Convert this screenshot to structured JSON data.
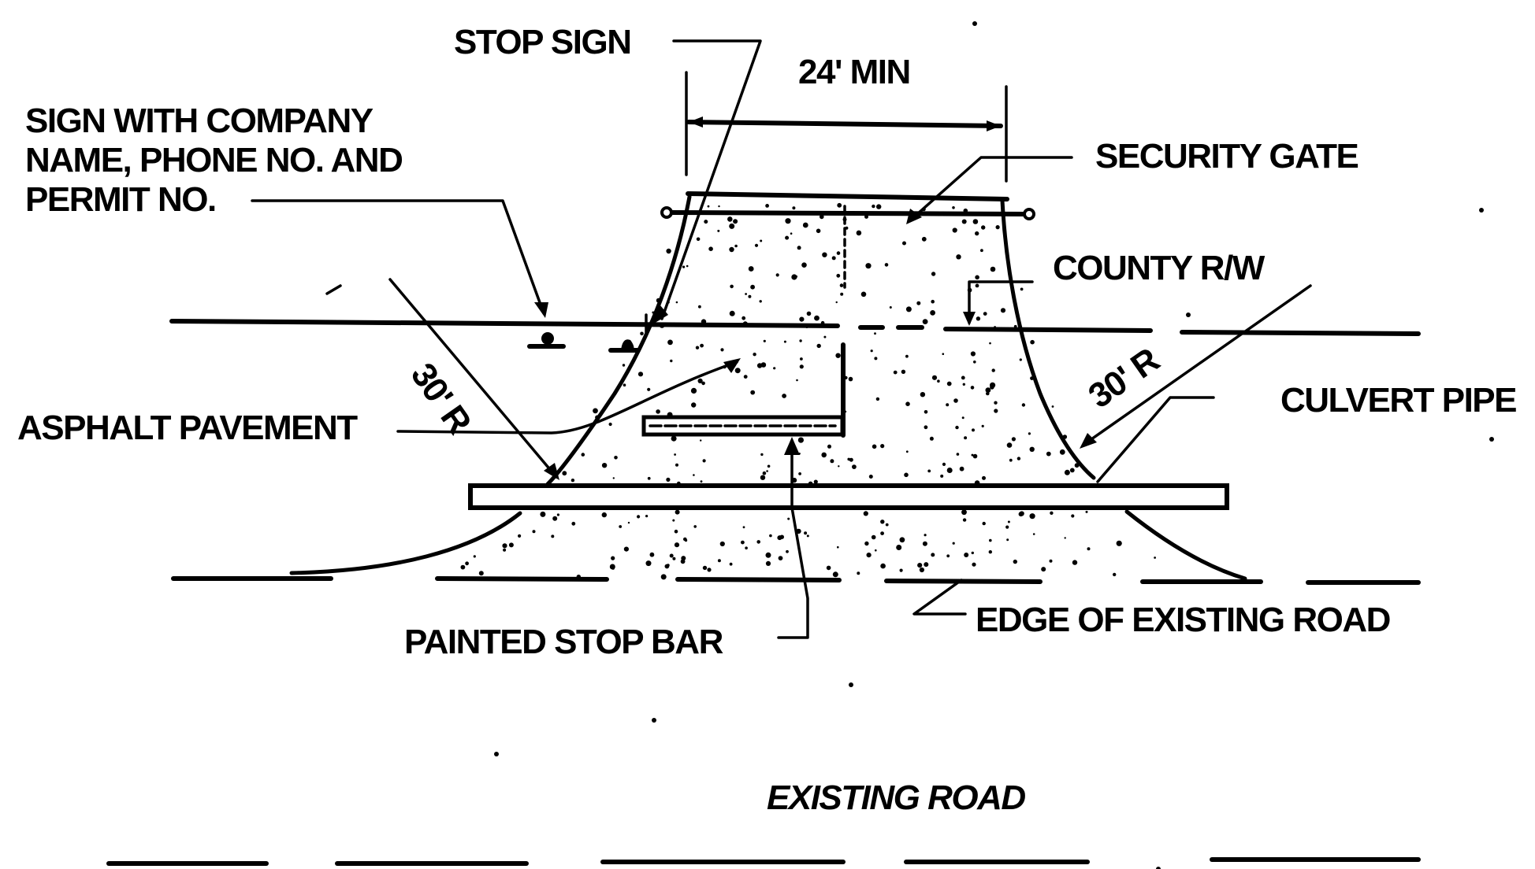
{
  "diagram": {
    "title": "Driveway access detail",
    "colors": {
      "ink": "#000000",
      "paper": "#ffffff"
    },
    "labels": {
      "stop_sign": "STOP SIGN",
      "dimension": "24' MIN",
      "company_sign": [
        "SIGN WITH COMPANY",
        "NAME, PHONE NO. AND",
        "PERMIT NO."
      ],
      "security_gate": "SECURITY GATE",
      "county_rw": "COUNTY R/W",
      "radius_left": "30' R",
      "radius_right": "30' R",
      "culvert_pipe": "CULVERT PIPE",
      "asphalt_pavement": "ASPHALT PAVEMENT",
      "painted_stop_bar": "PAINTED STOP BAR",
      "edge_of_road": "EDGE OF EXISTING ROAD",
      "existing_road": "EXISTING ROAD"
    }
  }
}
